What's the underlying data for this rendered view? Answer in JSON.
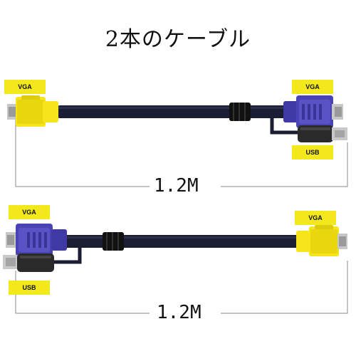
{
  "title": "2本のケーブル",
  "cable1": {
    "left_label": "VGA",
    "right_label": "VGA",
    "usb_label": "USB",
    "length": "1.2M"
  },
  "cable2": {
    "left_label": "VGA",
    "right_label": "VGA",
    "usb_label": "USB",
    "length": "1.2M"
  },
  "colors": {
    "yellow_connector": "#f5e51a",
    "blue_connector": "#4a43b4",
    "cable": "#1b1d33",
    "label_bg": "#f2e81c"
  }
}
